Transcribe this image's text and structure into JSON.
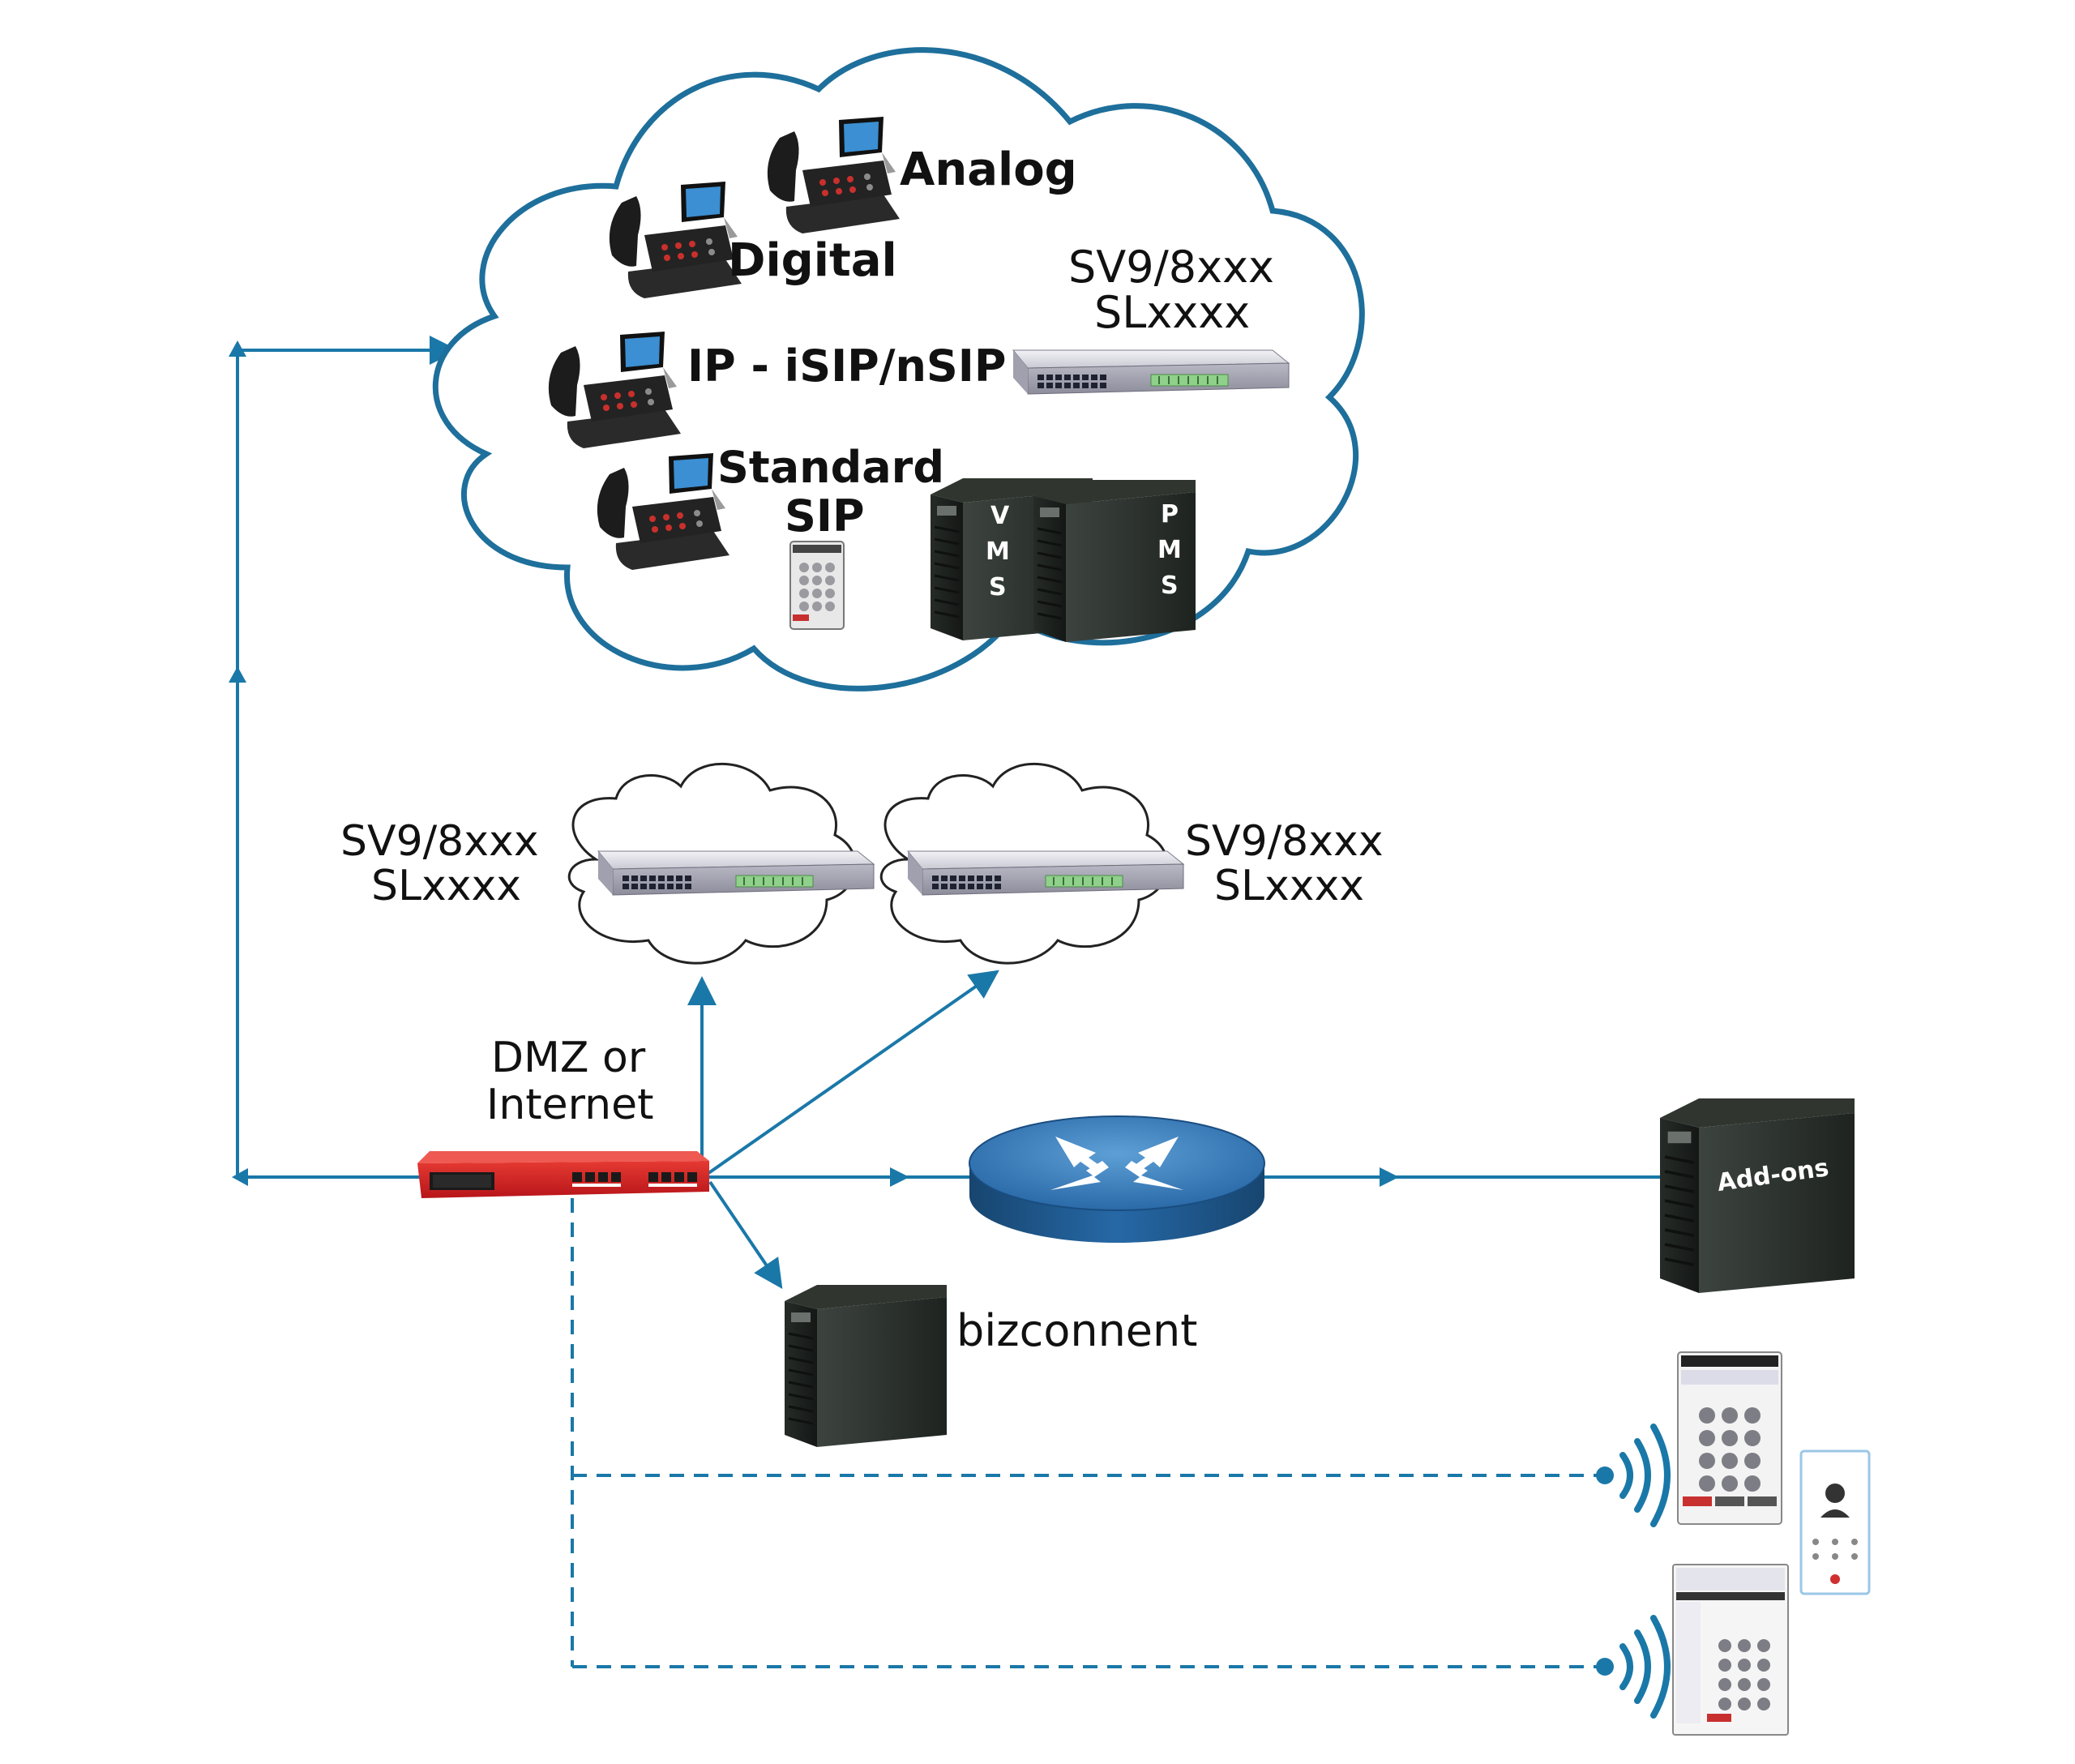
{
  "colors": {
    "connector": "#1a78a8",
    "cloud_stroke": "#1e6f9b",
    "small_cloud_stroke": "#222222",
    "firewall": "#d62020",
    "router": "#1f5f9a",
    "server": "#2a2f2b"
  },
  "main_cloud": {
    "analog": "Analog",
    "digital": "Digital",
    "ip": "IP - iSIP/nSIP",
    "standard_line1": "Standard",
    "standard_line2": "SIP",
    "sv_line1": "SV9/8xxx",
    "sv_line2": "SLxxxx",
    "vms": [
      "V",
      "M",
      "S"
    ],
    "pms": [
      "P",
      "M",
      "S"
    ]
  },
  "left_cloud": {
    "line1": "SV9/8xxx",
    "line2": "SLxxxx"
  },
  "right_cloud": {
    "line1": "SV9/8xxx",
    "line2": "SLxxxx"
  },
  "dmz": {
    "line1": "DMZ or",
    "line2": "Internet"
  },
  "bizconnent": "bizconnent",
  "addons": "Add-ons",
  "icons": [
    "desk-phone-icon",
    "switch-icon",
    "server-tower-icon",
    "firewall-icon",
    "router-icon",
    "wireless-icon",
    "mobile-softphone-icon",
    "desktop-softphone-icon"
  ]
}
